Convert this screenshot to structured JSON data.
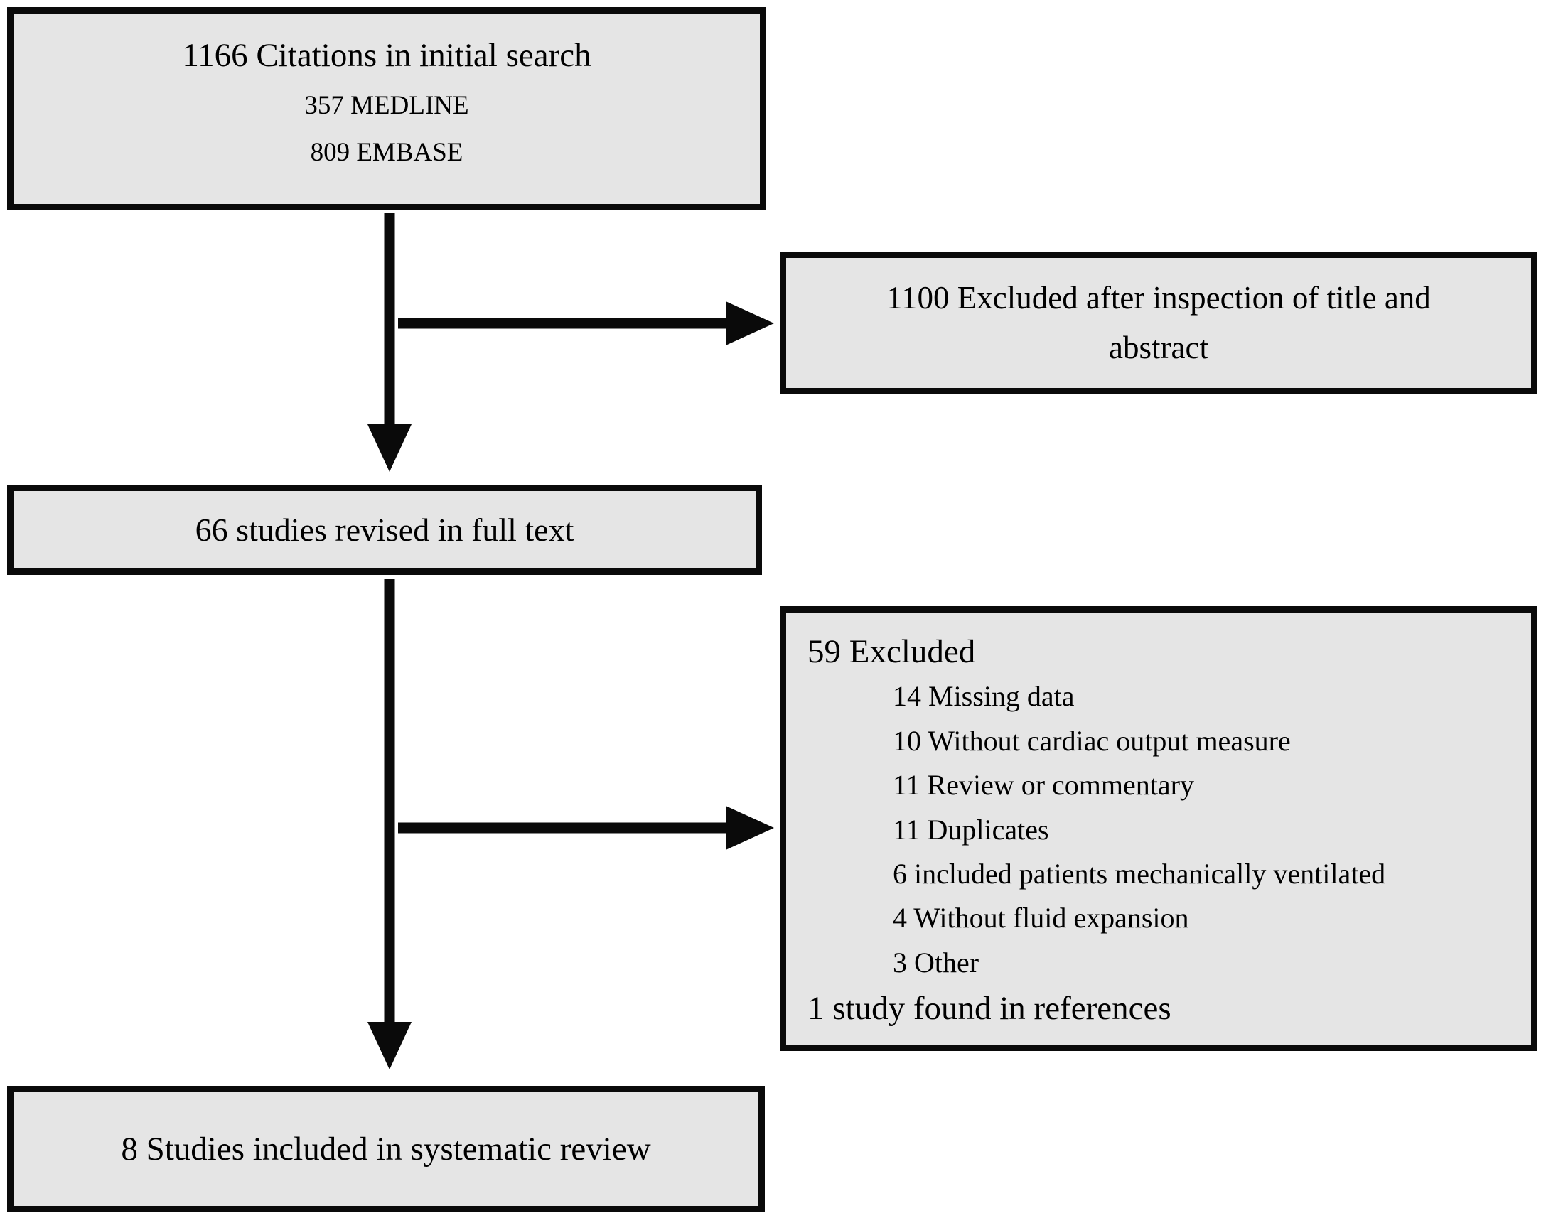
{
  "colors": {
    "box_fill": "#e5e5e5",
    "box_border": "#0a0a0a",
    "arrow": "#0a0a0a",
    "text": "#000000",
    "background": "#ffffff"
  },
  "boxes": {
    "initial_search": {
      "title": "1166 Citations in initial search",
      "sources": [
        "357 MEDLINE",
        "809 EMBASE"
      ]
    },
    "excluded_title_abstract": {
      "text": "1100 Excluded after inspection of title and abstract"
    },
    "full_text_review": {
      "text": "66 studies revised in full text"
    },
    "excluded_full_text": {
      "title": "59 Excluded",
      "reasons": [
        "14 Missing data",
        "10 Without cardiac output measure",
        "11 Review or commentary",
        "11 Duplicates",
        "6 included patients mechanically ventilated",
        "4 Without fluid expansion",
        "3 Other"
      ],
      "note": "1 study found in references"
    },
    "included": {
      "text": "8 Studies included in systematic review"
    }
  },
  "connections": [
    {
      "from": "initial_search",
      "to": "full_text_review",
      "type": "vertical-arrow"
    },
    {
      "from": "initial_search",
      "to": "excluded_title_abstract",
      "type": "branch-arrow"
    },
    {
      "from": "full_text_review",
      "to": "included",
      "type": "vertical-arrow"
    },
    {
      "from": "full_text_review",
      "to": "excluded_full_text",
      "type": "branch-arrow"
    }
  ]
}
